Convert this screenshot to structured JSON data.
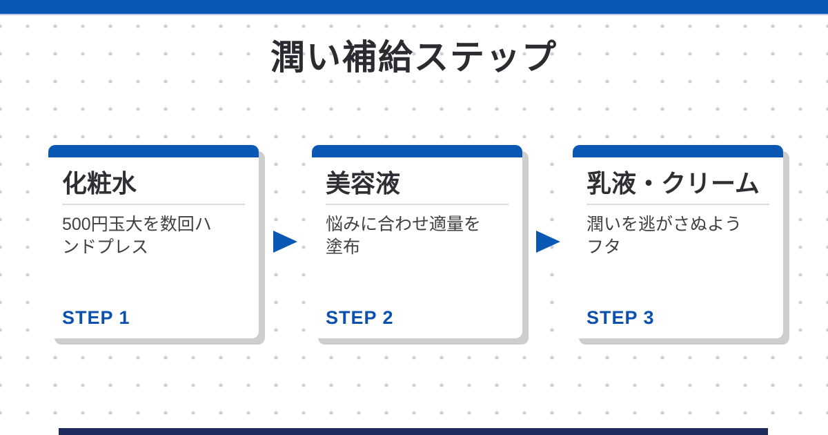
{
  "title": "潤い補給ステップ",
  "steps": [
    {
      "title": "化粧水",
      "description": "500円玉大を数回ハンドプレス",
      "label": "STEP 1"
    },
    {
      "title": "美容液",
      "description": "悩みに合わせ適量を塗布",
      "label": "STEP 2"
    },
    {
      "title": "乳液・クリーム",
      "description": "潤いを逃がさぬようフタ",
      "label": "STEP 3"
    }
  ],
  "colors": {
    "accent_blue": "#0b57b4",
    "top_bar_underline": "#b4c8e8",
    "step_label_blue": "#0b50ae",
    "footer_navy": "#1d2c5c",
    "dot_gray": "#cdd1d9",
    "card_shadow": "#cecece",
    "title_text": "#2b2b30",
    "body_text": "#404045"
  }
}
